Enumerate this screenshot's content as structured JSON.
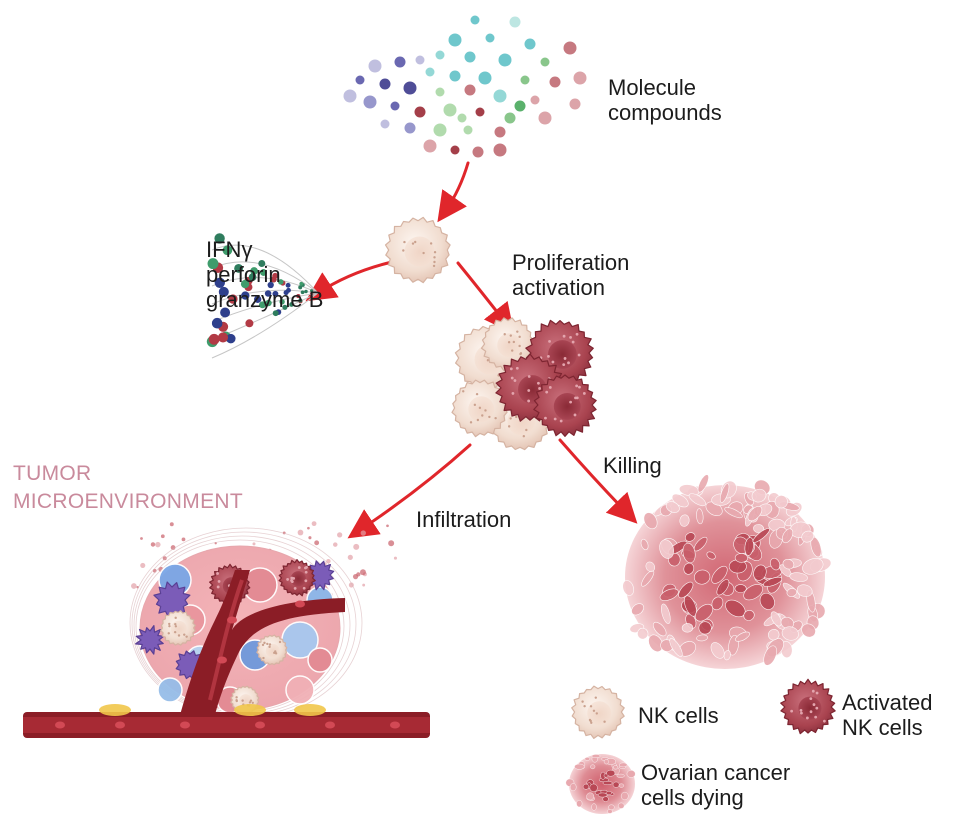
{
  "labels": {
    "molecule_line1": "Molecule",
    "molecule_line2": "compounds",
    "ifn": "IFNγ",
    "perforin": "perforin",
    "granzyme": "granzyme B",
    "prolif_line1": "Proliferation",
    "prolif_line2": "activation",
    "tme_line1": "TUMOR",
    "tme_line2": "MICROENVIRONMENT",
    "infiltration": "Infiltration",
    "killing": "Killing"
  },
  "legend": {
    "nk": "NK cells",
    "activated_line1": "Activated",
    "activated_line2": "NK cells",
    "ovarian_line1": "Ovarian cancer",
    "ovarian_line2": "cells dying"
  },
  "colors": {
    "arrow": "#e0262b",
    "nk_cell": "#f3e3d8",
    "activated_nk": "#b2505f",
    "cancer": "#d9757d",
    "vessel": "#8b1d26",
    "tme_text": "#c98a9c"
  }
}
